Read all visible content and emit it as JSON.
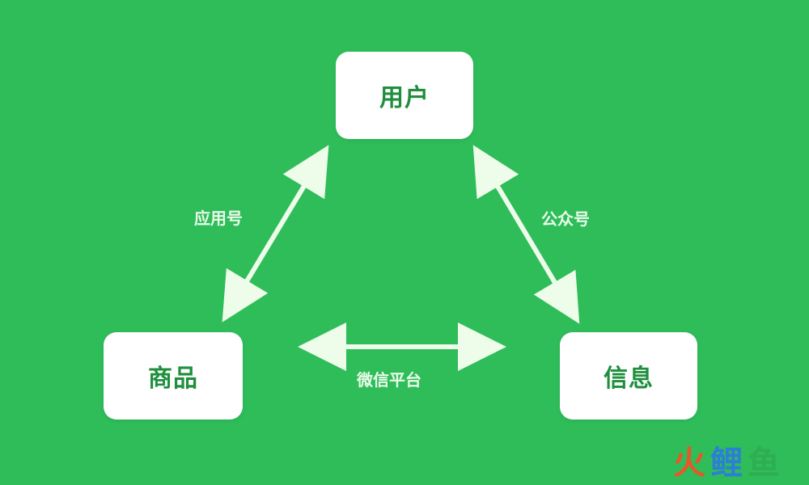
{
  "nodes": {
    "user": "用户",
    "goods": "商品",
    "info": "信息"
  },
  "edges": {
    "left": "应用号",
    "right": "公众号",
    "bottom": "微信平台"
  },
  "watermark": {
    "char1": "火",
    "char2": "鲤",
    "char3": "鱼"
  },
  "colors": {
    "background": "#2fbd5a",
    "node_fill": "#ffffff",
    "node_text": "#1f8f3e",
    "arrow": "#eefcea"
  }
}
